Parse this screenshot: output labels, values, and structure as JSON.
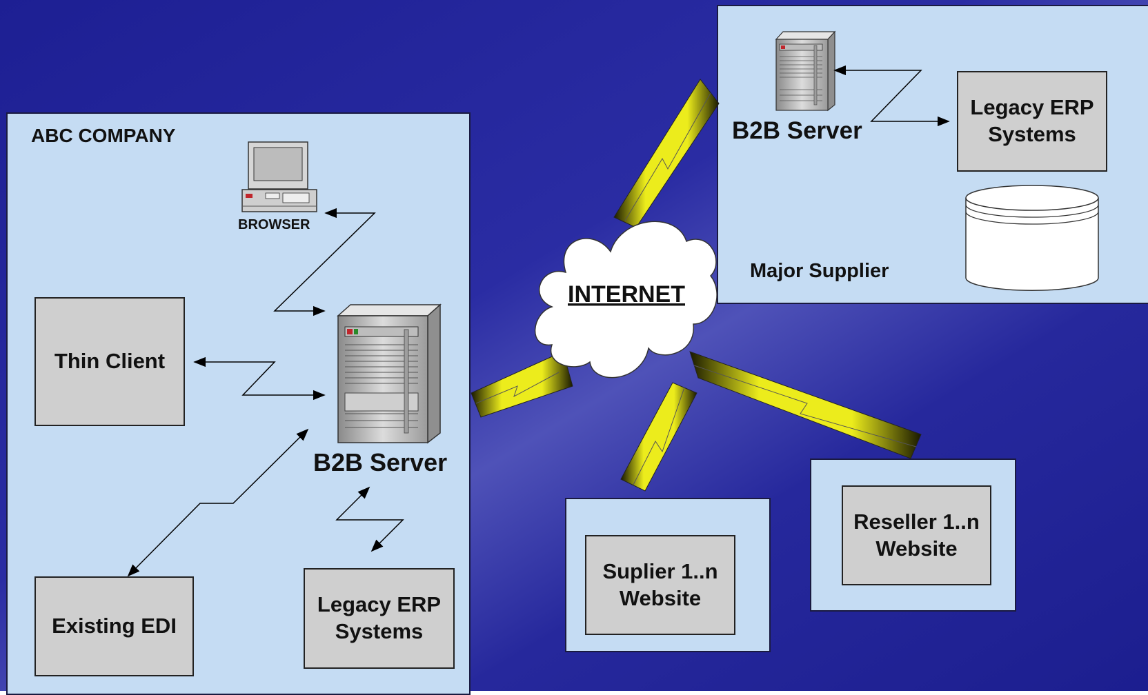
{
  "abc_company": {
    "title": "ABC COMPANY",
    "browser_label": "BROWSER",
    "server_label": "B2B Server",
    "thin_client": "Thin Client",
    "existing_edi": "Existing EDI",
    "legacy_erp": "Legacy ERP\nSystems"
  },
  "internet": {
    "label": "INTERNET"
  },
  "major_supplier": {
    "title": "Major Supplier",
    "server_label": "B2B Server",
    "legacy_erp": "Legacy ERP\nSystems"
  },
  "supplier": {
    "label": "Suplier 1..n\nWebsite"
  },
  "reseller": {
    "label": "Reseller 1..n\nWebsite"
  },
  "colors": {
    "background_dark": "#1d1f93",
    "background_light": "#4f52b8",
    "panel_fill": "#c5dcf3",
    "box_fill": "#cfcfcf",
    "link_yellow": "#ecec1c"
  }
}
